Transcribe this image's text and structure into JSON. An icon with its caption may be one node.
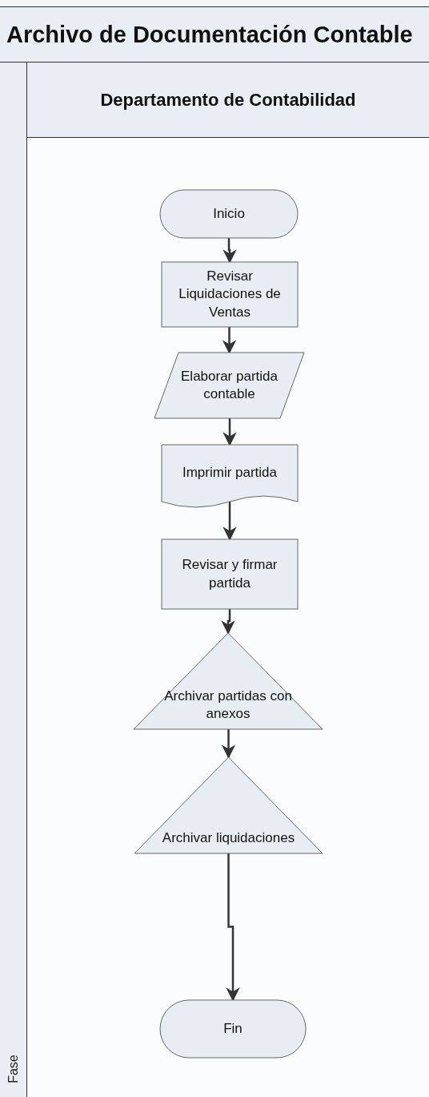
{
  "diagram": {
    "title": "Archivo de Documentación Contable",
    "nodes": [
      {
        "text": [
          "Departamento de Contabilidad"
        ]
      },
      {
        "text": [
          "Inicio"
        ],
        "in": 0
      },
      {
        "text": [
          "Revisar Liquidaciones de Ventas"
        ],
        "in": 0
      },
      {
        "text": [
          "Elaborar partida contable"
        ],
        "in": 0
      },
      {
        "text": [
          "Imprimir partida"
        ],
        "in": 0
      },
      {
        "text": [
          "Revisar y firmar partida"
        ],
        "in": 0
      },
      {
        "text": [
          "Archivar partidas con anexos"
        ],
        "in": 0
      },
      {
        "text": [
          "Archivar liquidaciones"
        ],
        "in": 0
      },
      {
        "text": [
          "Fin"
        ],
        "in": 0
      }
    ],
    "edges": [
      {
        "from": 1,
        "to": 2,
        "arrow": "to"
      },
      {
        "from": 2,
        "to": 3,
        "arrow": "to"
      },
      {
        "from": 3,
        "to": 4,
        "arrow": "to"
      },
      {
        "from": 4,
        "to": 5,
        "arrow": "to"
      },
      {
        "from": 5,
        "to": 6,
        "arrow": "to"
      },
      {
        "from": 6,
        "to": 7,
        "arrow": "to"
      },
      {
        "from": 7,
        "to": 8,
        "arrow": "to"
      }
    ],
    "labels": [
      "Fase"
    ]
  }
}
